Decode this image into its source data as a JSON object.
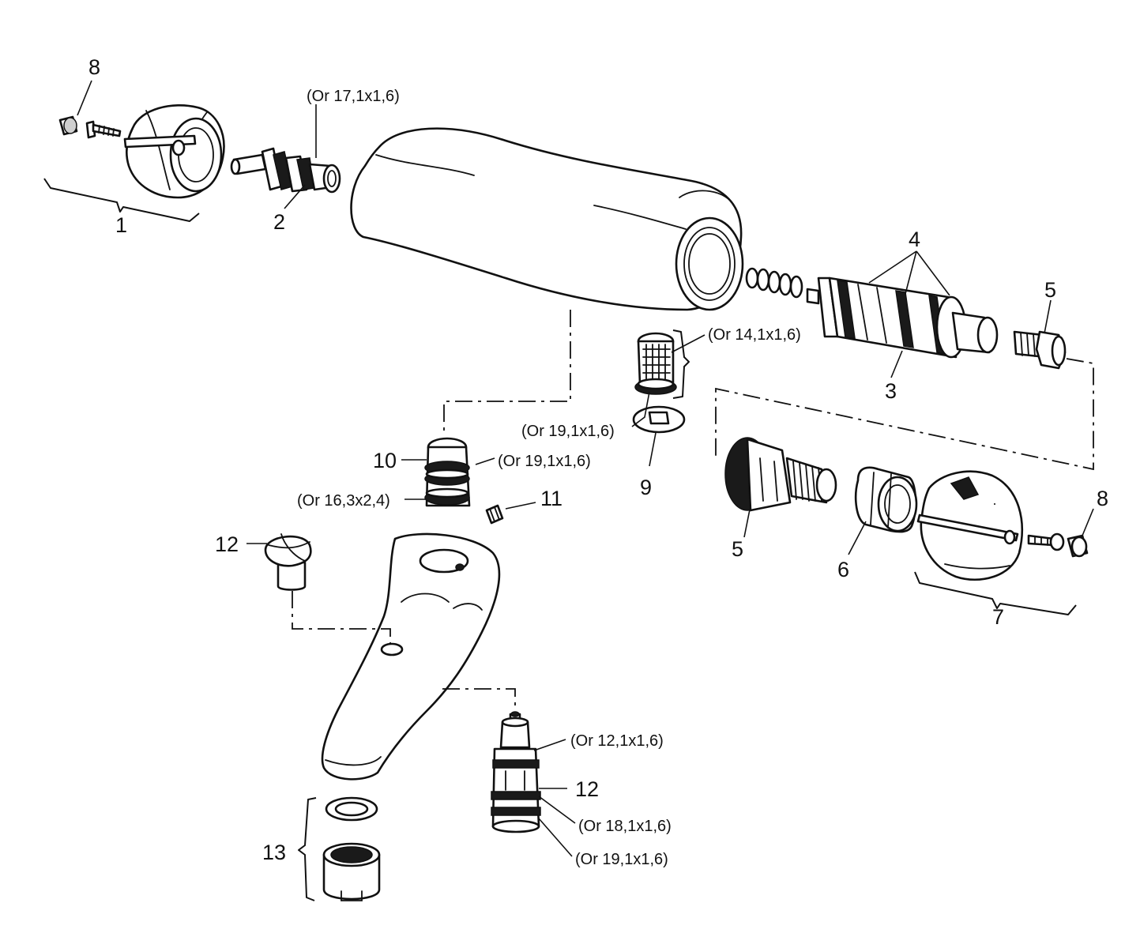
{
  "callouts": {
    "c1": "1",
    "c2": "2",
    "c3": "3",
    "c4": "4",
    "c5a": "5",
    "c5b": "5",
    "c6": "6",
    "c7": "7",
    "c8a": "8",
    "c8b": "8",
    "c9": "9",
    "c10": "10",
    "c11": "11",
    "c12a": "12",
    "c12b": "12",
    "c13": "13"
  },
  "orings": {
    "or_17": "(Or 17,1x1,6)",
    "or_14": "(Or 14,1x1,6)",
    "or_19_filter": "(Or 19,1x1,6)",
    "or_19_part10": "(Or 19,1x1,6)",
    "or_16": "(Or 16,3x2,4)",
    "or_12": "(Or 12,1x1,6)",
    "or_18": "(Or 18,1x1,6)",
    "or_19_part12": "(Or 19,1x1,6)"
  }
}
